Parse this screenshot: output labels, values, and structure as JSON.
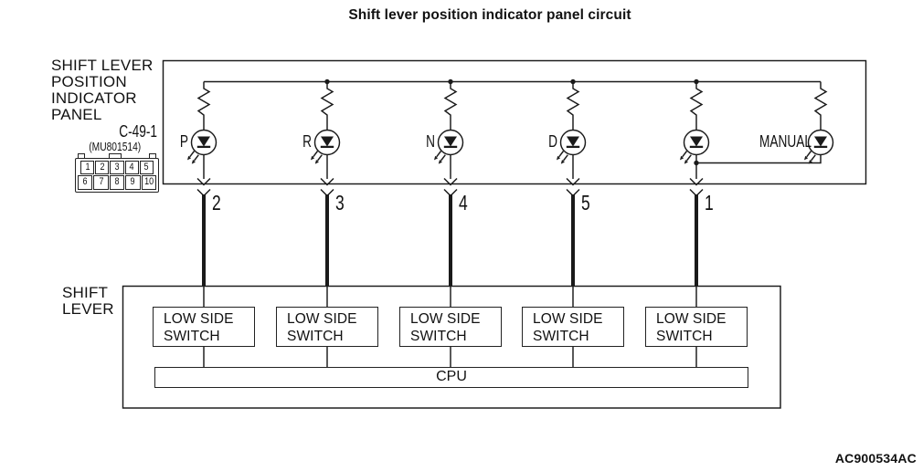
{
  "title": "Shift lever position indicator panel circuit",
  "figure_code": "AC900534AC",
  "panel": {
    "name_lines": [
      "SHIFT LEVER",
      "POSITION",
      "INDICATOR",
      "PANEL"
    ],
    "connector_id": "C-49-1",
    "part_number": "(MU801514)",
    "connector_pins": {
      "row1": [
        "1",
        "2",
        "3",
        "4",
        "5"
      ],
      "row2": [
        "6",
        "7",
        "8",
        "9",
        "10"
      ]
    }
  },
  "leds": [
    {
      "label": "P"
    },
    {
      "label": "R"
    },
    {
      "label": "N"
    },
    {
      "label": "D"
    },
    {
      "label": ""
    },
    {
      "label": "MANUAL"
    }
  ],
  "pins": [
    "2",
    "3",
    "4",
    "5",
    "1"
  ],
  "shift_lever": {
    "name_line1": "SHIFT",
    "name_line2": "LEVER",
    "switch_line1": "LOW SIDE",
    "switch_line2": "SWITCH",
    "cpu": "CPU"
  },
  "colors": {
    "line": "#1a1a1a",
    "background": "#ffffff"
  }
}
